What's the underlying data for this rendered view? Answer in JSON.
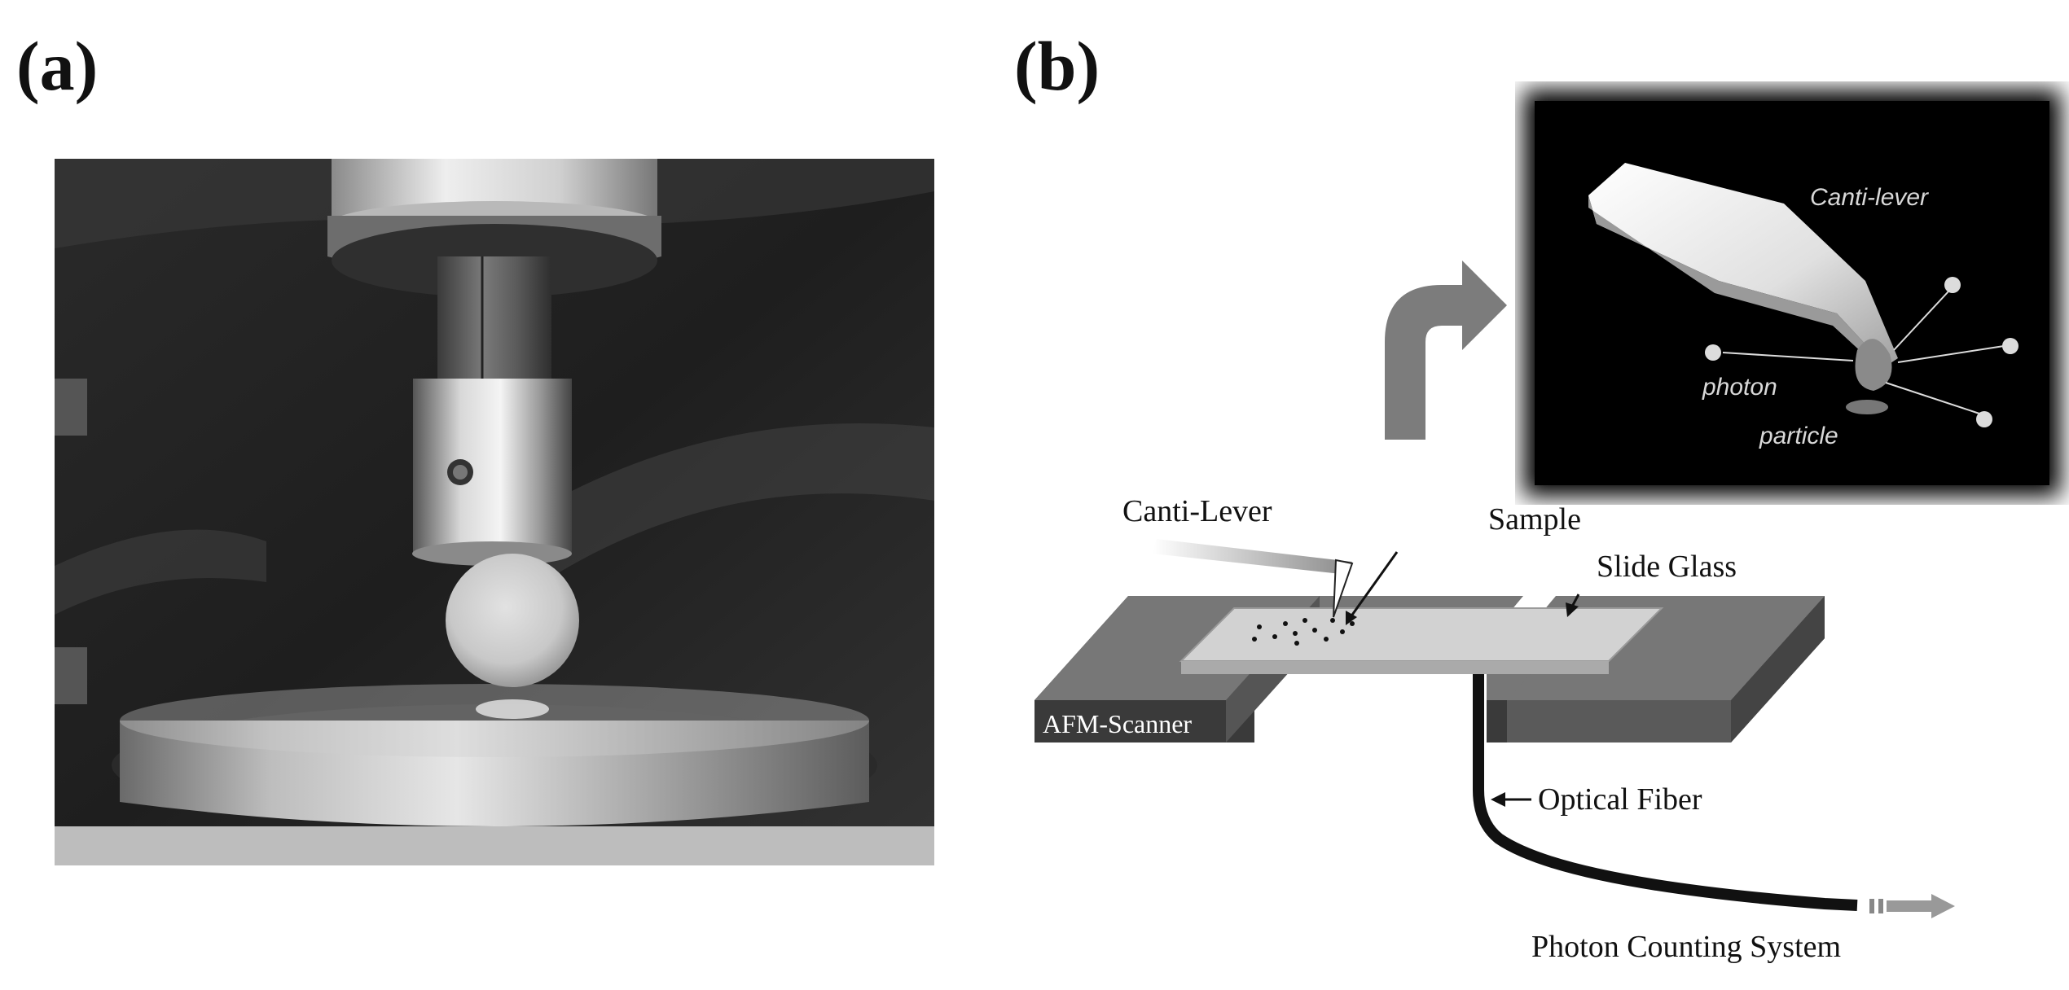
{
  "panels": {
    "a_label": "(a)",
    "b_label": "(b)"
  },
  "diagram": {
    "canti_lever": "Canti-Lever",
    "sample": "Sample",
    "slide_glass": "Slide Glass",
    "afm_scanner": "AFM-Scanner",
    "optical_fiber": "Optical Fiber",
    "photon_counting": "Photon Counting System"
  },
  "inset": {
    "canti_lever": "Canti-lever",
    "photon": "photon",
    "particle": "particle"
  }
}
